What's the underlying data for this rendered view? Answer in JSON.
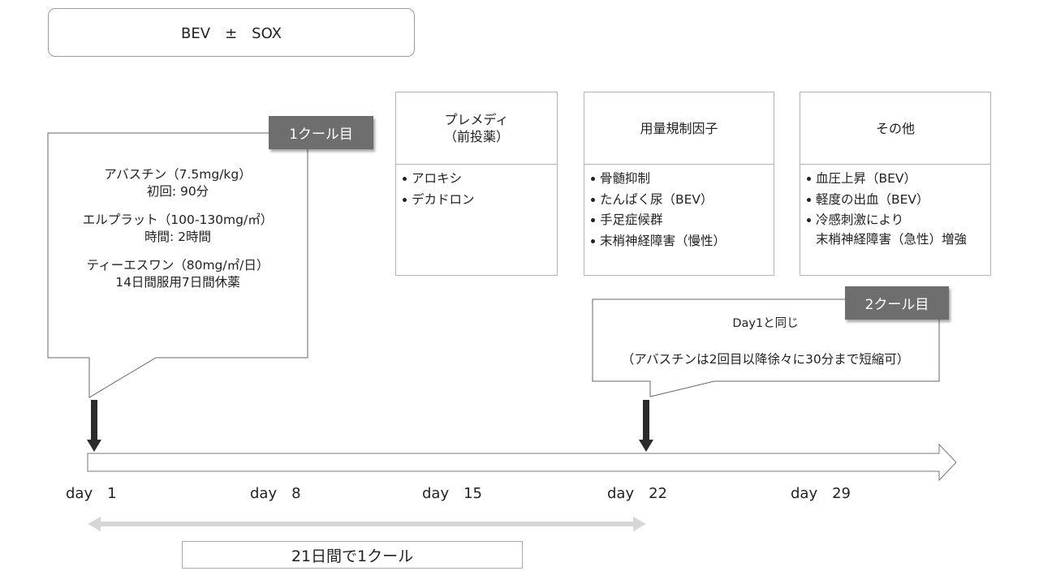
{
  "title": "BEV　±　SOX",
  "cycle1": {
    "tab_label": "1クール目",
    "lines": [
      "アバスチン（7.5mg/kg）",
      "初回: 90分",
      "",
      "エルプラット（100-130mg/㎡）",
      "時間: 2時間",
      "",
      "ティーエスワン（80mg/㎡/日）",
      "14日間服用7日間休薬"
    ]
  },
  "cycle2": {
    "tab_label": "2クール目",
    "line1": "Day1と同じ",
    "line2": "（アバスチンは2回目以降徐々に30分まで短縮可）"
  },
  "boxes": [
    {
      "id": "premed",
      "heading": [
        "プレメディ",
        "（前投薬）"
      ],
      "items": [
        [
          "アロキシ"
        ],
        [
          "デカドロン"
        ]
      ]
    },
    {
      "id": "dlf",
      "heading": [
        "用量規制因子"
      ],
      "items": [
        [
          "骨髄抑制"
        ],
        [
          "たんぱく尿（BEV）"
        ],
        [
          "手足症候群"
        ],
        [
          "末梢神経障害（慢性）"
        ]
      ]
    },
    {
      "id": "other",
      "heading": [
        "その他"
      ],
      "items": [
        [
          "血圧上昇（BEV）"
        ],
        [
          "軽度の出血（BEV）"
        ],
        [
          "冷感刺激により",
          "末梢神経障害（急性）増強"
        ]
      ]
    }
  ],
  "timeline": {
    "days": [
      "day　1",
      "day　8",
      "day　15",
      "day　22",
      "day　29"
    ]
  },
  "span_label": "21日間で1クール",
  "colors": {
    "tab_fill": "#6e6e6e",
    "marker": "#2b2b2b",
    "span_arrow": "#d6d6d6",
    "border": "#b4b4b4"
  }
}
